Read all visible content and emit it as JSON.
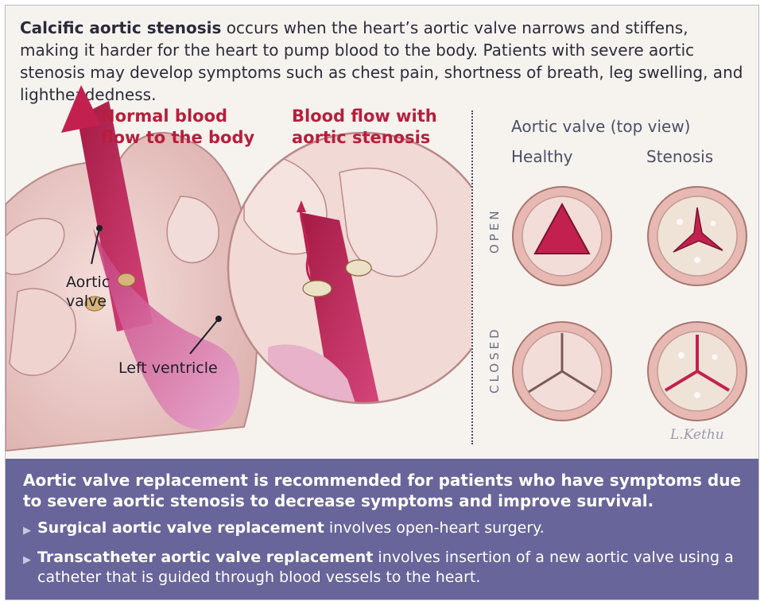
{
  "intro": {
    "lead": "Calcific aortic stenosis",
    "rest": " occurs when the heart’s aortic valve narrows and stiffens, making it harder for the heart to pump blood to the body. Patients with severe aortic stenosis may develop symptoms such as chest pain, shortness of breath, leg swelling, and lightheadedness."
  },
  "illustration": {
    "normal_flow_label_line1": "Normal blood",
    "normal_flow_label_line2": "flow to the body",
    "stenosis_flow_label_line1": "Blood flow with",
    "stenosis_flow_label_line2": "aortic stenosis",
    "aortic_valve_label_line1": "Aortic",
    "aortic_valve_label_line2": "valve",
    "left_ventricle_label": "Left ventricle",
    "top_view_title": "Aortic valve (top view)",
    "column_healthy": "Healthy",
    "column_stenosis": "Stenosis",
    "row_open": "OPEN",
    "row_closed": "CLOSED",
    "signature": "L.Kethu"
  },
  "colors": {
    "accent_red": "#b81e3c",
    "banner": "#67659a",
    "blood": "#c2214f",
    "tissue": "#e9c9c7"
  },
  "banner": {
    "headline": "Aortic valve replacement is recommended for patients who have symptoms due to severe aortic stenosis to decrease symptoms and improve survival.",
    "bullets": [
      {
        "bold": "Surgical aortic valve replacement",
        "rest": " involves open-heart surgery."
      },
      {
        "bold": "Transcatheter aortic valve replacement",
        "rest": " involves insertion of a new aortic valve using a catheter that is guided through blood vessels to the heart."
      }
    ]
  }
}
